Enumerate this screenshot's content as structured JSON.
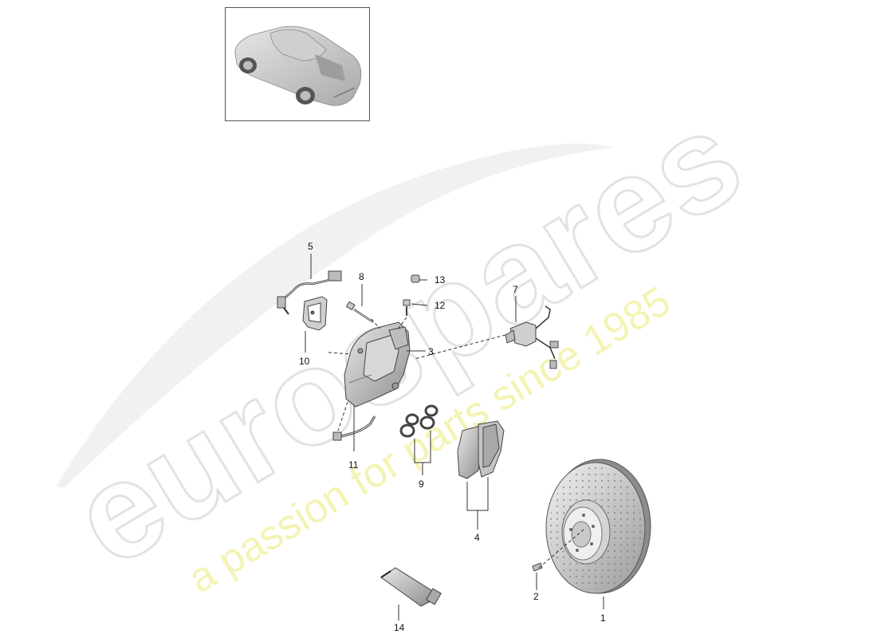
{
  "watermark": {
    "brand": "eurospares",
    "tagline": "a passion for parts since 1985"
  },
  "thumbnail": {
    "icon": "car-thumbnail"
  },
  "callouts": [
    {
      "id": "c1",
      "label": "1"
    },
    {
      "id": "c2",
      "label": "2"
    },
    {
      "id": "c3",
      "label": "3"
    },
    {
      "id": "c4",
      "label": "4"
    },
    {
      "id": "c5",
      "label": "5"
    },
    {
      "id": "c7",
      "label": "7"
    },
    {
      "id": "c8",
      "label": "8"
    },
    {
      "id": "c9",
      "label": "9"
    },
    {
      "id": "c10",
      "label": "10"
    },
    {
      "id": "c11",
      "label": "11"
    },
    {
      "id": "c12",
      "label": "12"
    },
    {
      "id": "c13",
      "label": "13"
    },
    {
      "id": "c14",
      "label": "14"
    }
  ]
}
